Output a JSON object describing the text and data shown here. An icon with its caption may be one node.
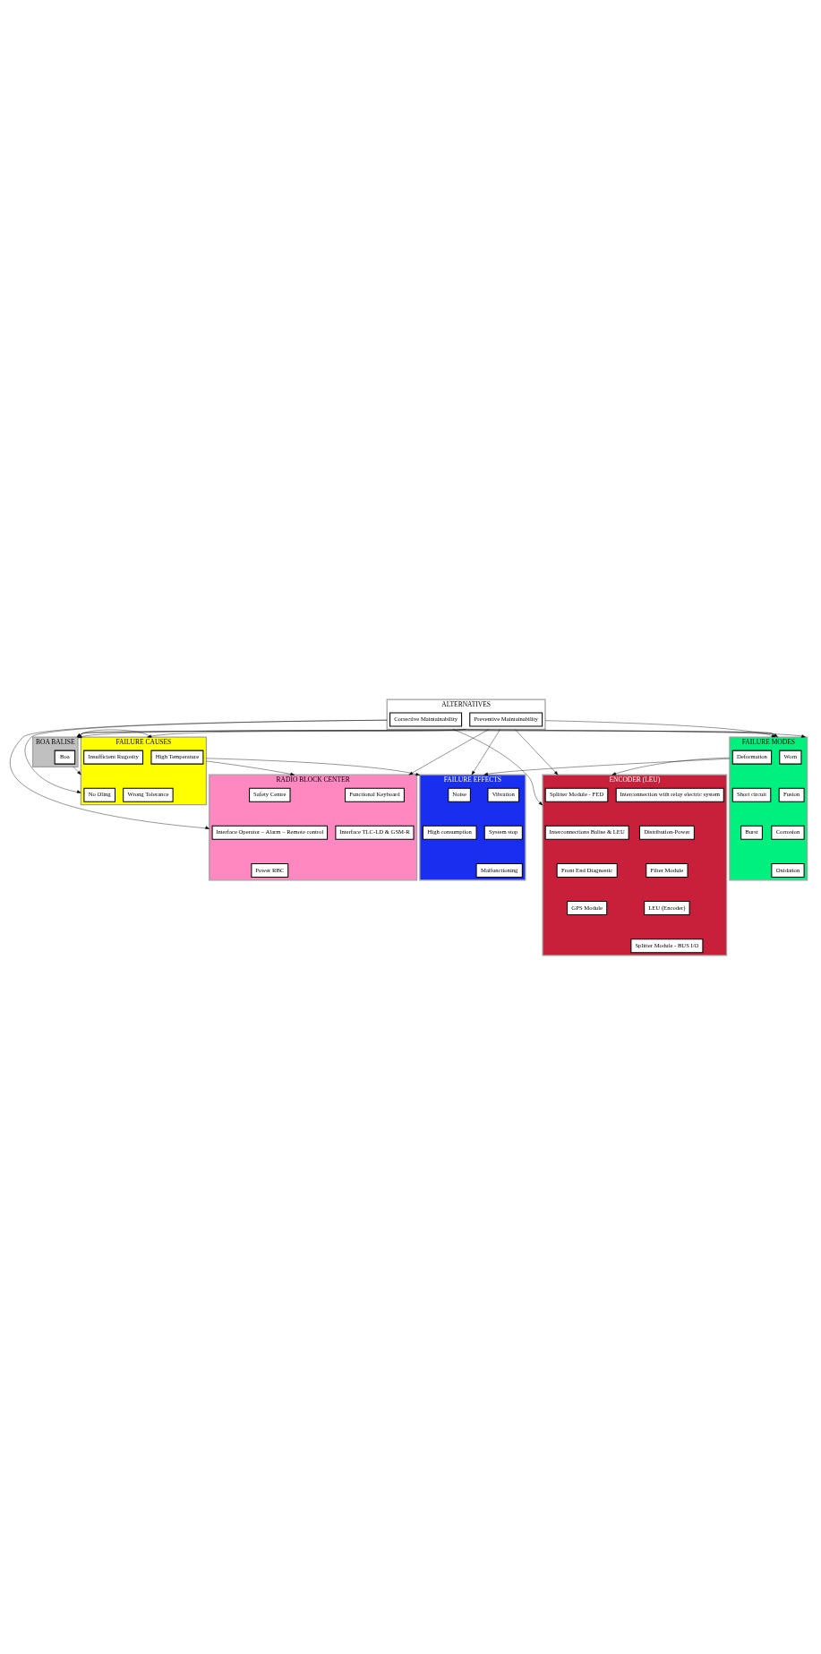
{
  "diagram": {
    "nodes": [
      {
        "text": [
          "RADIO BLOCK CENTER"
        ]
      },
      {
        "text": [
          "Safety Centre"
        ],
        "in": 0
      },
      {
        "text": [
          "Functional Keyboard"
        ],
        "in": 0
      },
      {
        "text": [
          "Interface Operator – Alarm – Remote control"
        ],
        "in": 0
      },
      {
        "text": [
          "Interface TLC-LD & GSM-R"
        ],
        "in": 0
      },
      {
        "text": [
          "Power RBC"
        ],
        "in": 0
      },
      {
        "text": [
          "ENCODER (LEU)"
        ]
      },
      {
        "text": [
          "Interconnection with relay electric system"
        ],
        "in": 6
      },
      {
        "text": [
          "Splitter Module - FED"
        ],
        "in": 6
      },
      {
        "text": [
          "Distribution-Power"
        ],
        "in": 6
      },
      {
        "text": [
          "Interconnections Balise & LEU"
        ],
        "in": 6
      },
      {
        "text": [
          "Filter Module"
        ],
        "in": 6
      },
      {
        "text": [
          "Front End Diagnostic"
        ],
        "in": 6
      },
      {
        "text": [
          "LEU (Encoder)"
        ],
        "in": 6
      },
      {
        "text": [
          "GPS Module"
        ],
        "in": 6
      },
      {
        "text": [
          "Splitter Module - BUS I/O"
        ],
        "in": 6
      },
      {
        "text": [
          "ALTERNATIVES"
        ]
      },
      {
        "text": [
          "Preventive Maintainability"
        ],
        "in": 16
      },
      {
        "text": [
          "Corrective Maintainability"
        ],
        "in": 16
      },
      {
        "text": [
          "FAILURE EFFECTS"
        ]
      },
      {
        "text": [
          "Vibration"
        ],
        "in": 19
      },
      {
        "text": [
          "Noise"
        ],
        "in": 19
      },
      {
        "text": [
          "System stop"
        ],
        "in": 19
      },
      {
        "text": [
          "High consumption"
        ],
        "in": 19
      },
      {
        "text": [
          "Malfunctioning"
        ],
        "in": 19
      },
      {
        "text": [
          "FAILURE CAUSES"
        ]
      },
      {
        "text": [
          "High Temperature"
        ],
        "in": 25
      },
      {
        "text": [
          "Insufficient Rugosity"
        ],
        "in": 25
      },
      {
        "text": [
          "No Oling"
        ],
        "in": 25
      },
      {
        "text": [
          "Wrong Tolerance"
        ],
        "in": 25
      },
      {
        "text": [
          "BOA BALISE"
        ]
      },
      {
        "text": [
          "Boa"
        ],
        "in": 30
      },
      {
        "text": [
          "FAILURE MODES"
        ]
      },
      {
        "text": [
          "Deformation"
        ],
        "in": 32
      },
      {
        "text": [
          "Worn"
        ],
        "in": 32
      },
      {
        "text": [
          "Fusion"
        ],
        "in": 32
      },
      {
        "text": [
          "Short circuit"
        ],
        "in": 32
      },
      {
        "text": [
          "Corrosion"
        ],
        "in": 32
      },
      {
        "text": [
          "Burst"
        ],
        "in": 32
      },
      {
        "text": [
          "Oxidation"
        ],
        "in": 32
      }
    ],
    "edges": [
      {
        "from": 16,
        "to": 6,
        "arrow": "to"
      },
      {
        "from": 16,
        "to": 6,
        "arrow": "to"
      },
      {
        "from": 16,
        "to": 0,
        "arrow": "to"
      },
      {
        "from": 16,
        "to": 0,
        "arrow": "to"
      },
      {
        "from": 16,
        "to": 25,
        "arrow": "to"
      },
      {
        "from": 16,
        "to": 25,
        "arrow": "to"
      },
      {
        "from": 16,
        "to": 30,
        "arrow": "to"
      },
      {
        "from": 16,
        "to": 32,
        "arrow": "to"
      },
      {
        "from": 16,
        "to": 32,
        "arrow": "to"
      },
      {
        "from": 16,
        "to": 19,
        "arrow": "to"
      },
      {
        "from": 25,
        "to": 0,
        "arrow": "to"
      },
      {
        "from": 25,
        "to": 19,
        "arrow": "to"
      },
      {
        "from": 25,
        "to": 30,
        "arrow": "to"
      },
      {
        "from": 30,
        "to": 25,
        "arrow": "to"
      },
      {
        "from": 30,
        "to": 32,
        "arrow": "to"
      },
      {
        "from": 32,
        "to": 30,
        "arrow": "to"
      },
      {
        "from": 32,
        "to": 19,
        "arrow": "to"
      },
      {
        "from": 32,
        "to": 6,
        "arrow": "to"
      }
    ]
  }
}
